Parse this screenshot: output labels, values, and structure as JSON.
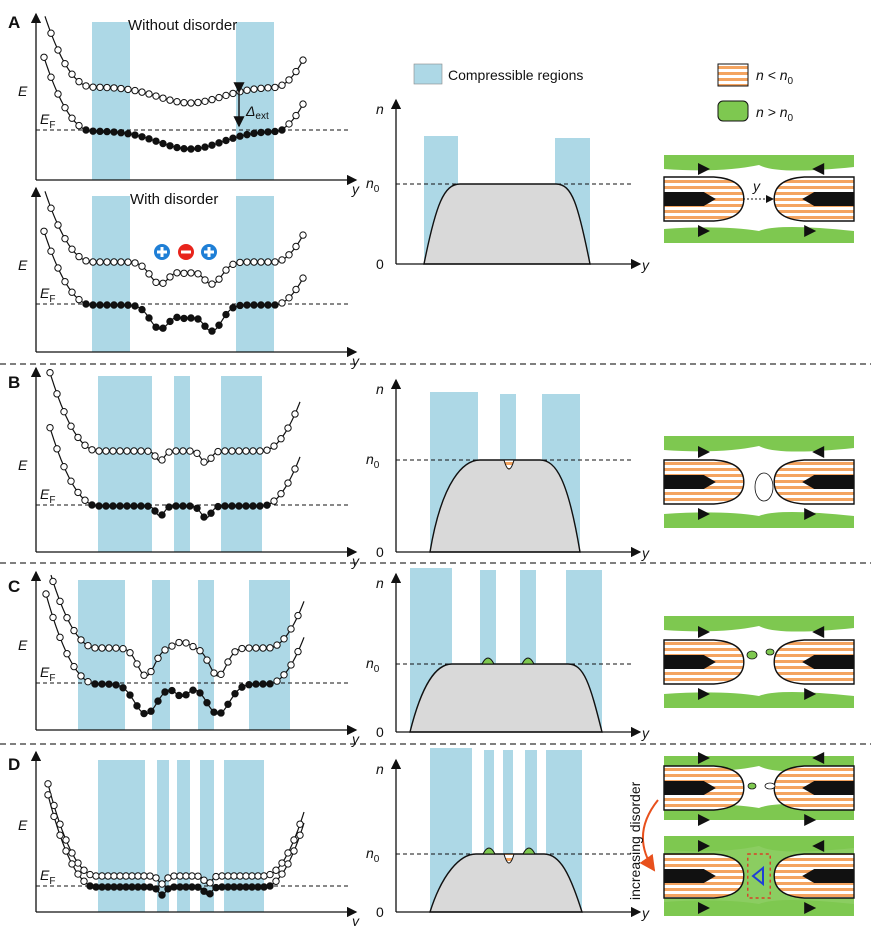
{
  "panels": [
    "A",
    "B",
    "C",
    "D"
  ],
  "titles": {
    "without": "Without disorder",
    "with": "With disorder"
  },
  "axes": {
    "E": "E",
    "EF": "E",
    "EF_sub": "F",
    "y": "y",
    "n": "n",
    "n0": "n",
    "n0_sub": "0",
    "zero": "0"
  },
  "delta": {
    "base": "Δ",
    "sub": "ext"
  },
  "legend": {
    "compressible": "Compressible regions",
    "lt": "n < n",
    "lt_sub": "0",
    "gt": "n > n",
    "gt_sub": "0"
  },
  "annotation": "increasing disorder",
  "colors": {
    "compressible": "#add8e6",
    "density_fill": "#d9d9d9",
    "green": "#7ec850",
    "stripe_orange": "#f4a460",
    "charge_red": "#e8241c",
    "charge_blue": "#1f7fd6",
    "arrow_red": "#e8501c"
  },
  "icons": [
    "plus-charge-icon",
    "minus-charge-icon"
  ]
}
